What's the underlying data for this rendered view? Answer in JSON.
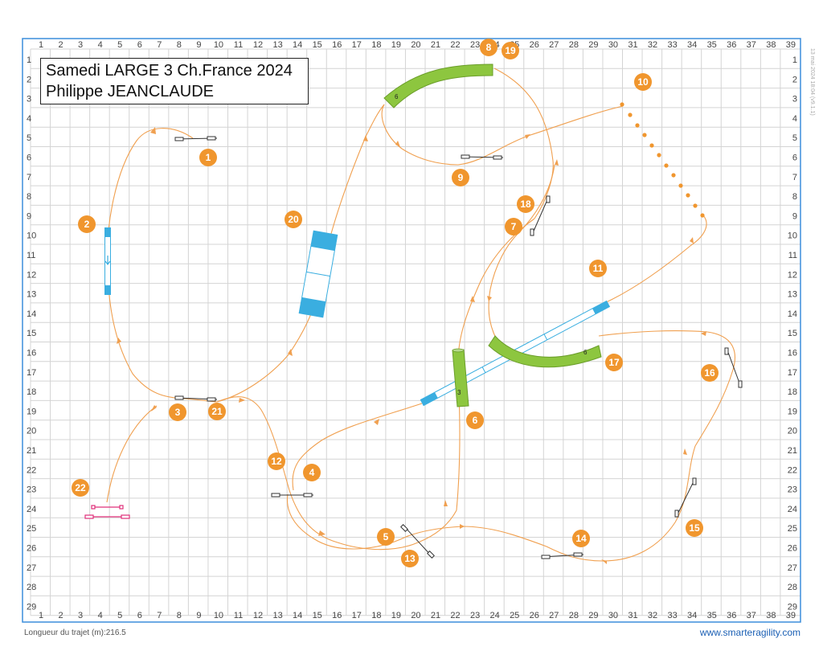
{
  "title": {
    "line1": "Samedi LARGE 3 Ch.France 2024",
    "line2": "Philippe JEANCLAUDE"
  },
  "footer": {
    "length": "Longueur du trajet (m):216.5",
    "website": "www.smarteragility.com",
    "stamp": "13 mai 2024 18:04 (v9.1.1)"
  },
  "grid": {
    "columns": 39,
    "rows": 29
  },
  "colors": {
    "grid": "#d4d4d4",
    "border": "#3c8ddc",
    "path": "#f0a050",
    "badge": "#f0962e",
    "tunnel": "#8dc63f",
    "contact": "#3aaee0",
    "jump_bar": "#333333",
    "start_finish": "#e0307a"
  },
  "obstacles": {
    "tunnels": [
      {
        "label": "6"
      },
      {
        "label": "6"
      },
      {
        "label": "3"
      }
    ],
    "badges": [
      "1",
      "2",
      "3",
      "4",
      "5",
      "6",
      "7",
      "8",
      "9",
      "10",
      "11",
      "12",
      "13",
      "14",
      "15",
      "16",
      "17",
      "18",
      "19",
      "20",
      "21",
      "22"
    ]
  }
}
